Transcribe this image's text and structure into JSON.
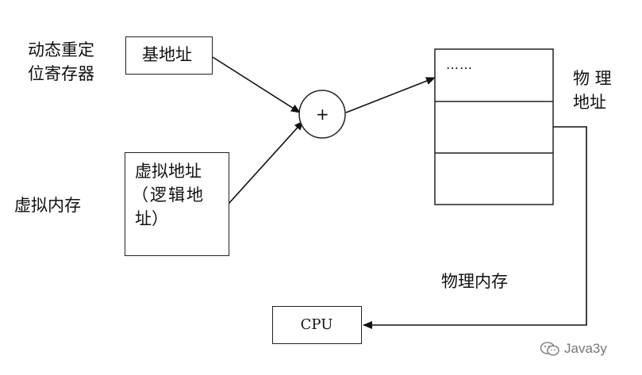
{
  "labels": {
    "dynamic_reloc_register": [
      "动态重定",
      "位寄存器"
    ],
    "virtual_memory": "虚拟内存",
    "physical_address": [
      "物 理",
      "地址"
    ],
    "physical_memory": "物理内存"
  },
  "boxes": {
    "base_address": "基地址",
    "virtual_address": [
      "虚拟地址",
      "（逻辑地",
      "址）"
    ],
    "adder": "+",
    "memory_top_cell": "……",
    "cpu": "CPU"
  },
  "watermark": "Java3y"
}
